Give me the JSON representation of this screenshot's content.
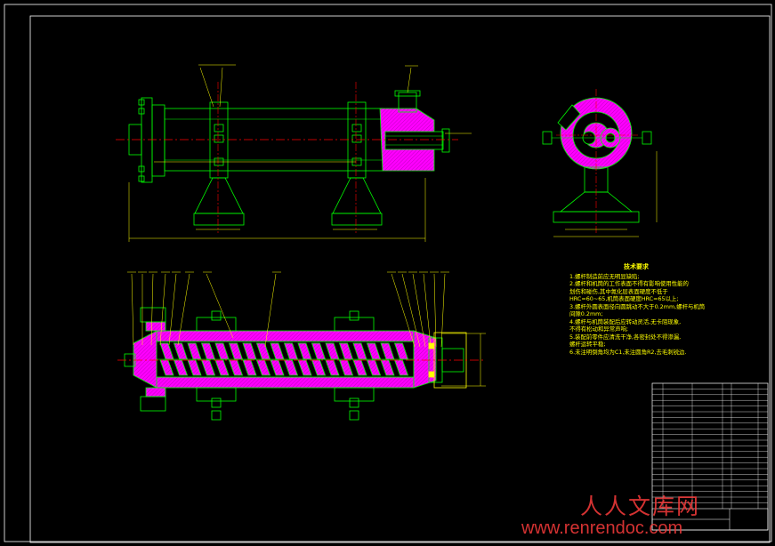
{
  "drawing": {
    "line_color": "#00ff00",
    "frame_color": "#ffffff",
    "hatch_color": "#ff00ff",
    "centerline_color": "#ff0000",
    "dimension_color": "#ffff00",
    "background_color": "#000000"
  },
  "tech_requirements": {
    "title": "技术要求",
    "lines": [
      "1.螺杆制造前应无明显缺陷;",
      "2.螺杆和机筒的工作表面不得有影响使用性能的",
      "  划伤和碰伤,其中氮化层表面硬度不低于",
      "  HRC=60~65,机筒表面硬度HRC=65以上;",
      "3.螺杆外圆表面径向圆跳动不大于0.2mm,螺杆与机筒",
      "  间隙0.2mm;",
      "4.螺杆与机筒装配后应转动灵活,无卡阻现象,",
      "  不得有松动和异常声响;",
      "5.装配前零件应清洗干净,各密封处不得渗漏,",
      "  螺杆运转平稳;",
      "6.未注明倒角均为C1,未注圆角R2,去毛刺锐边."
    ]
  },
  "watermark": {
    "brand_cn": "人人文库网",
    "url": "www.renrendoc.com"
  }
}
